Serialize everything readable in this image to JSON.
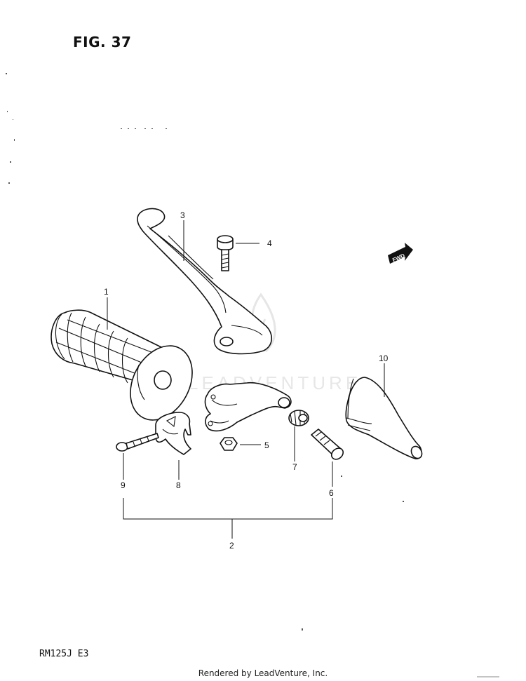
{
  "figure": {
    "title": "FIG. 37",
    "model_code": "RM125J  E3",
    "footer": "Rendered by LeadVenture, Inc.",
    "watermark": "LEADVENTURE",
    "fwd_marker": "FWD"
  },
  "callouts": [
    {
      "id": "1",
      "part": "grip"
    },
    {
      "id": "2",
      "part": "assembly-bracket"
    },
    {
      "id": "3",
      "part": "lever"
    },
    {
      "id": "4",
      "part": "lever-bolt"
    },
    {
      "id": "5",
      "part": "nut"
    },
    {
      "id": "6",
      "part": "adjuster-bolt"
    },
    {
      "id": "7",
      "part": "adjuster-nut"
    },
    {
      "id": "8",
      "part": "clamp"
    },
    {
      "id": "9",
      "part": "clamp-screw"
    },
    {
      "id": "10",
      "part": "lever-cover"
    }
  ]
}
